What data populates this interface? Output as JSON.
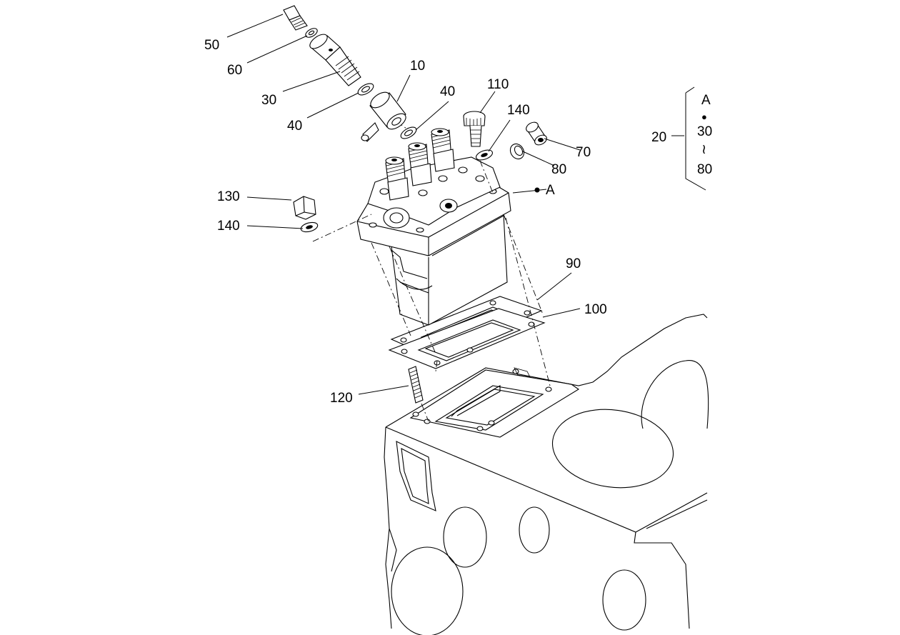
{
  "callouts": {
    "c10": "10",
    "c20": "20",
    "c30": "30",
    "c40a": "40",
    "c40b": "40",
    "c50": "50",
    "c60": "60",
    "c70": "70",
    "c80": "80",
    "c90": "90",
    "c100": "100",
    "c110": "110",
    "c120": "120",
    "c130": "130",
    "c140a": "140",
    "c140b": "140",
    "refA": "A"
  },
  "kit_note": {
    "ref": "A",
    "bullet": "●",
    "from": "30",
    "tilde": "≀",
    "to": "80"
  }
}
